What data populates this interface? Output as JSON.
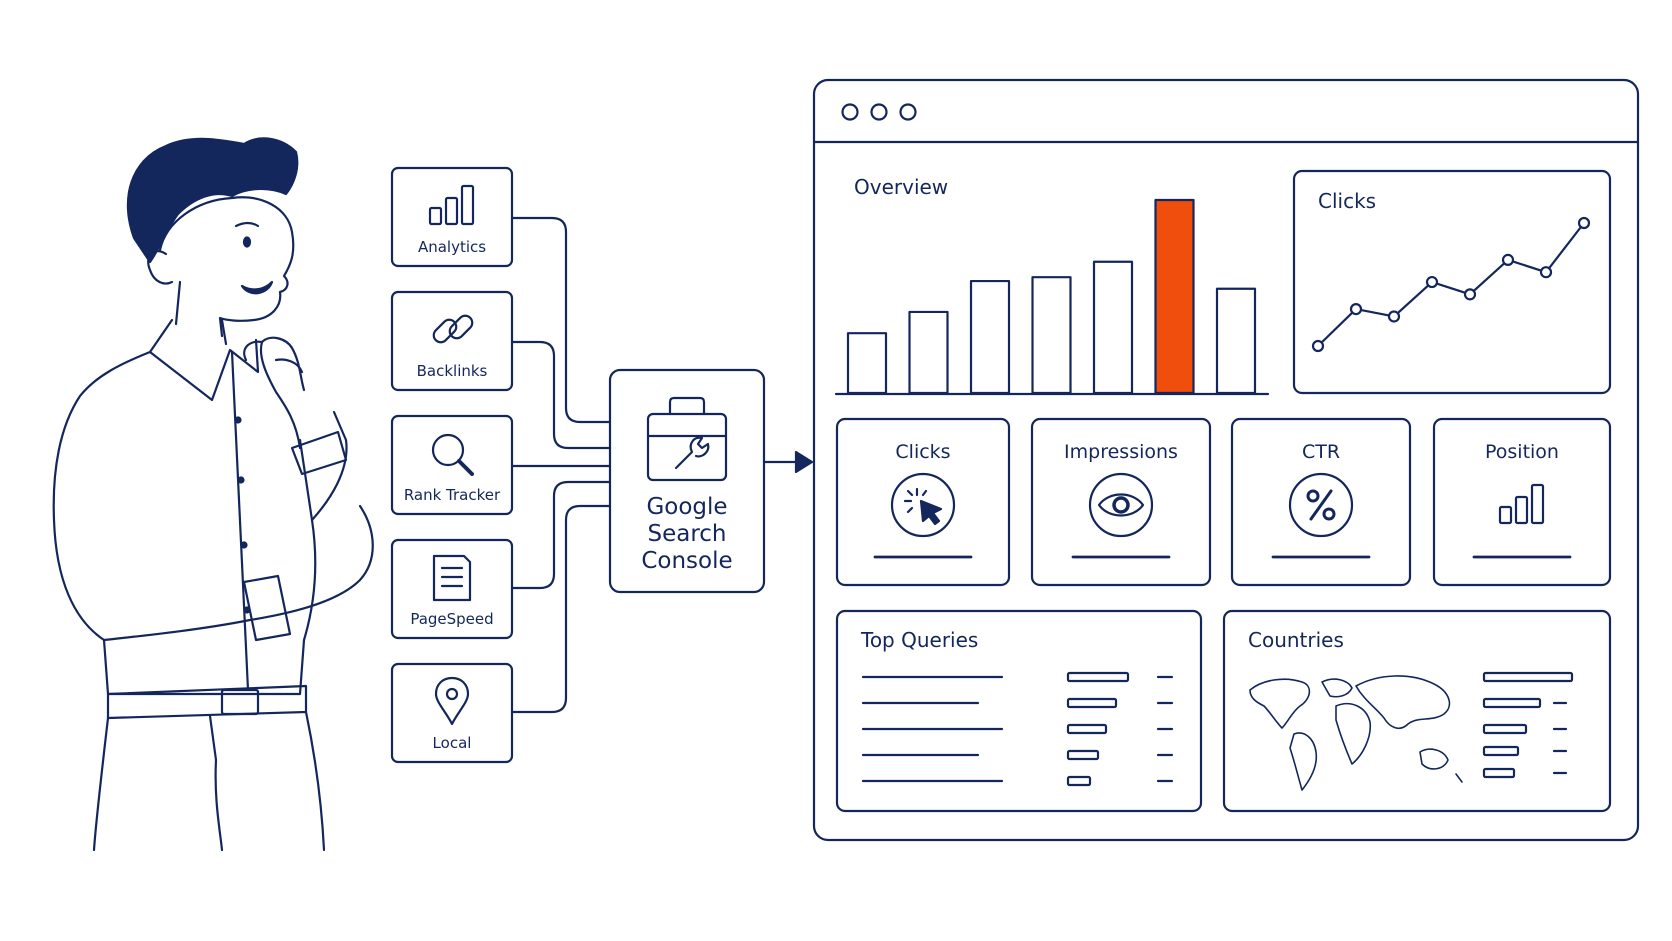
{
  "colors": {
    "ink": "#14275c",
    "accent": "#f04e0c",
    "background": "#ffffff"
  },
  "tools": [
    {
      "label": "Analytics",
      "icon": "bar-chart-icon"
    },
    {
      "label": "Backlinks",
      "icon": "chain-link-icon"
    },
    {
      "label": "Rank Tracker",
      "icon": "magnifier-icon"
    },
    {
      "label": "PageSpeed",
      "icon": "document-icon"
    },
    {
      "label": "Local",
      "icon": "map-pin-icon"
    }
  ],
  "hub": {
    "lines": [
      "Google",
      "Search",
      "Console"
    ],
    "icon": "toolbox-wrench-icon"
  },
  "dashboard": {
    "overview": {
      "title": "Overview",
      "bars": [
        0.31,
        0.42,
        0.58,
        0.6,
        0.68,
        1.0,
        0.54
      ],
      "highlight_index": 5
    },
    "clicks_chart": {
      "title": "Clicks",
      "points": [
        0.0,
        0.3,
        0.24,
        0.52,
        0.42,
        0.7,
        0.6,
        1.0
      ]
    },
    "metrics": [
      {
        "label": "Clicks",
        "icon": "cursor-click-icon"
      },
      {
        "label": "Impressions",
        "icon": "eye-icon"
      },
      {
        "label": "CTR",
        "icon": "percent-icon"
      },
      {
        "label": "Position",
        "icon": "bar-chart-icon"
      }
    ],
    "top_queries": {
      "title": "Top Queries"
    },
    "countries": {
      "title": "Countries",
      "icon": "world-map-icon"
    }
  }
}
